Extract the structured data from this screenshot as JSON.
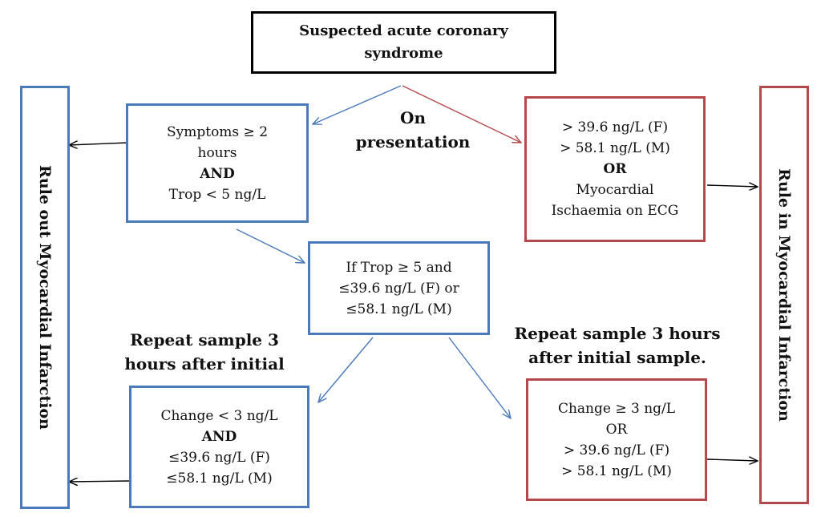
{
  "start": {
    "lines": [
      "Suspected acute coronary",
      "syndrome"
    ]
  },
  "on_presentation": [
    "On",
    "presentation"
  ],
  "left_rule_out": "Rule out Myocardial Infarction",
  "right_rule_in": "Rule in Myocardial Infarction",
  "box_symptoms": {
    "lines": [
      "Symptoms ≥ 2",
      "hours",
      "AND",
      "Trop < 5 ng/L"
    ]
  },
  "box_high": {
    "lines": [
      "> 39.6 ng/L (F)",
      "> 58.1 ng/L (M)",
      "OR",
      "Myocardial",
      "Ischaemia on ECG"
    ]
  },
  "box_middle": {
    "lines": [
      "If Trop ≥ 5 and",
      "≤39.6 ng/L (F) or",
      "≤58.1 ng/L (M)"
    ]
  },
  "repeat_left": [
    "Repeat sample 3",
    "hours after initial"
  ],
  "repeat_right": [
    "Repeat sample 3 hours",
    "after initial sample."
  ],
  "box_change_low": {
    "lines": [
      "Change < 3 ng/L",
      "AND",
      "≤39.6 ng/L (F)",
      "≤58.1 ng/L (M)"
    ]
  },
  "box_change_high": {
    "lines": [
      "Change ≥ 3 ng/L",
      "OR",
      "> 39.6 ng/L (F)",
      "> 58.1 ng/L (M)"
    ]
  },
  "colors": {
    "blue": "#4a7ab8",
    "red": "#b5484a",
    "black": "#000000"
  }
}
